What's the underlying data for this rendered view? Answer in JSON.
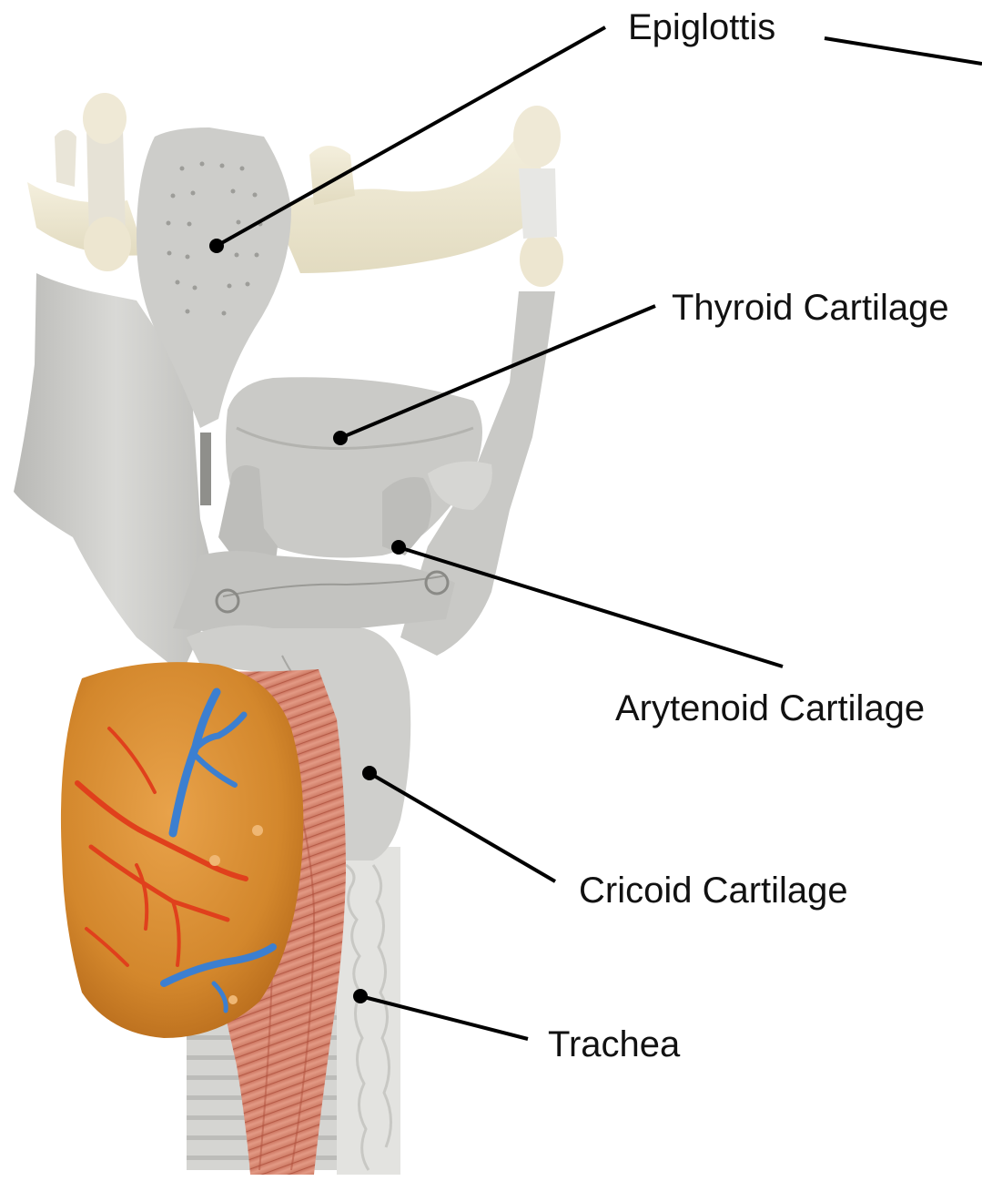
{
  "labels": {
    "epiglottis": "Epiglottis",
    "thyroid_cartilage": "Thyroid Cartilage",
    "arytenoid_cartilage": "Arytenoid Cartilage",
    "cricoid_cartilage": "Cricoid Cartilage",
    "trachea": "Trachea"
  },
  "colors": {
    "cartilage": "#cfcfcc",
    "ligament": "#efe8d2",
    "thyroid_gland": "#d6862a",
    "muscle": "#d8846f",
    "vein": "#3c7fd0",
    "artery": "#e0401c",
    "leader_line": "#000000"
  }
}
